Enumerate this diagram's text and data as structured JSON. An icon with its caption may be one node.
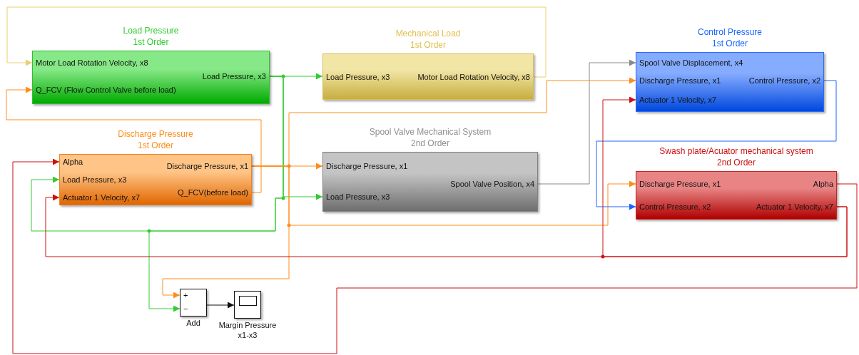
{
  "diagram": {
    "nodes": [
      {
        "text": [
          "Load Pressure 1st Order",
          "Motor Load Rotation Velocity, x8",
          "Q_FCV (Flow Control Valve before load)",
          "Load Pressure, x3"
        ]
      },
      {
        "text": [
          "Mechanical Load 1st Order",
          "Load Pressure, x3",
          "Motor Load Rotation Velocity, x8"
        ]
      },
      {
        "text": [
          "Control Pressure 1st Order",
          "Spool Valve Displacement, x4",
          "Discharge Pressure, x1",
          "Actuator 1 Velocity, x7",
          "Control Pressure, x2"
        ]
      },
      {
        "text": [
          "Discharge Pressure 1st Order",
          "Alpha",
          "Load Pressure, x3",
          "Actuator 1 Velocity, x7",
          "Discharge Pressure, x1",
          "Q_FCV(before load)"
        ]
      },
      {
        "text": [
          "Spool Valve Mechanical System 2nd Order",
          "Discharge Pressure, x1",
          "Load Pressure, x3",
          "Spool Valve Position, x4"
        ]
      },
      {
        "text": [
          "Swash plate/Acuator mechanical system 2nd Order",
          "Discharge Pressure, x1",
          "Control Pressure, x2",
          "Alpha",
          "Actuator 1 Velocity, x7"
        ]
      },
      {
        "text": [
          "+",
          "−"
        ],
        "beside": [
          "Add"
        ]
      },
      {
        "text": [],
        "shape": "box",
        "beside": [
          "Margin Pressure x1-x3"
        ]
      }
    ],
    "edges": [
      {
        "from": 1,
        "to": 0,
        "arrow": "to",
        "color": "#e8d070"
      },
      {
        "from": 0,
        "to": 1,
        "arrow": "to",
        "color": "#33cc33"
      },
      {
        "from": 0,
        "to": 4,
        "arrow": "to",
        "color": "#33cc33"
      },
      {
        "from": 0,
        "to": 3,
        "arrow": "to",
        "color": "#33cc33"
      },
      {
        "from": 0,
        "to": 6,
        "arrow": "to",
        "color": "#33cc33"
      },
      {
        "from": 3,
        "to": 4,
        "arrow": "to"
      },
      {
        "from": 3,
        "to": 2,
        "arrow": "to"
      },
      {
        "from": 3,
        "to": 5,
        "arrow": "to"
      },
      {
        "from": 3,
        "to": 6,
        "arrow": "to"
      },
      {
        "from": 3,
        "to": 0,
        "arrow": "to"
      },
      {
        "from": 4,
        "to": 2,
        "arrow": "to",
        "color": "#888888"
      },
      {
        "from": 2,
        "to": 5,
        "arrow": "to",
        "color": "#1a66ff"
      },
      {
        "from": 5,
        "to": 3,
        "arrow": "to",
        "color": "#cc1111"
      },
      {
        "from": 5,
        "to": 3,
        "arrow": "to",
        "color": "#cc1111"
      },
      {
        "from": 5,
        "to": 2,
        "arrow": "to",
        "color": "#cc1111"
      },
      {
        "from": 6,
        "to": 7,
        "arrow": "to",
        "color": "#111111"
      }
    ]
  }
}
